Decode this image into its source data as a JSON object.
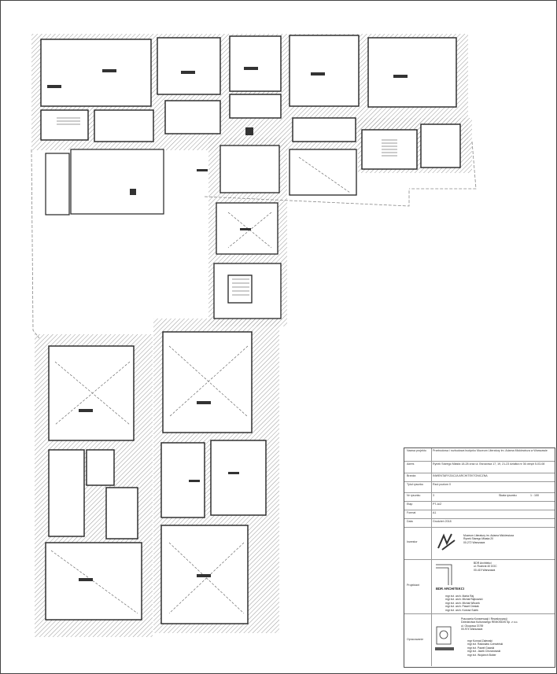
{
  "title_block": {
    "rows": [
      {
        "label": "Nazwa projektu",
        "value": "Przebudowa i rozbudowa budynku Muzeum Literatury im. Adama Mickiewicza w Warszawie"
      },
      {
        "label": "Adres",
        "value": "Rynek Starego Miasta 18-28 oraz ul. Brzozowa 17, 19, 21-23 działka nr 36 obręb 5-03-08"
      },
      {
        "label": "Branża",
        "value": "INWENTARYZACJA ARCHITEKTONICZNA"
      },
      {
        "label": "Tytuł rysunku",
        "value": "Rzut        poziom 0"
      },
      {
        "label": "Nr rysunku",
        "value": "3",
        "scale_label": "Skala rysunku",
        "scale_value": "1 : 100"
      },
      {
        "label": "Etap",
        "value": "PT-A/Z"
      },
      {
        "label": "Format",
        "value": "A1"
      },
      {
        "label": "Data",
        "value": "Grudzień 2018"
      }
    ],
    "investor": {
      "label": "Inwestor",
      "lines": [
        "Muzeum Literatury im. Adama Mickiewicza",
        "Rynek Starego Miasta 20",
        "00-272 Warszawa"
      ]
    },
    "designer": {
      "label": "Projektant",
      "company_lines": [
        "BDR ARCHITEKCI"
      ],
      "address_lines": [
        "BDR Architekci",
        "ul. Rozbrat 40 DOC",
        "00-419 Warszawa"
      ],
      "people": [
        "mgr inż. arch. Marta Raj",
        "mgr inż. arch. Michał Rajkowski",
        "mgr inż. arch. Michał Wilczek",
        "mgr inż. arch. Paweł Ciesłak",
        "mgr inż. arch. Konrad Sułek"
      ]
    },
    "surveyor": {
      "label": "Opracowanie",
      "org_lines": [
        "Pracownia Konserwacji i Rewaloryzacji",
        "Dziedzictwa Kulturowego REMONDIS Sp. z o.o.",
        "ul. Okopowa 37/39",
        "00-974 Warszawa"
      ],
      "people": [
        "mgr    Konrad Zalewski",
        "mgr inż. Radosław Czerwiński",
        "mgr inż. Paweł Gawski",
        "mgr inż. Jacek Chrzanowski",
        "mgr inż. Wojciech Bober"
      ]
    }
  }
}
